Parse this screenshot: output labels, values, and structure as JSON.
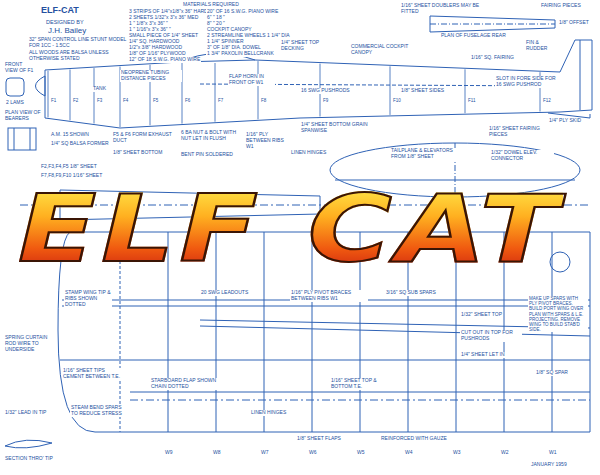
{
  "diagram": {
    "title": "ELF-CAT",
    "labels": [
      "DESIGNED BY",
      "J.H. Bailey",
      "32\" SPAN CONTROL LINE STUNT MODEL FOR 1CC - 1.5CC",
      "ALL WOODS ARE BALSA UNLESS OTHERWISE STATED",
      "MATERIALS REQUIRED",
      "3 STRIPS OF 1/4\"x1/8\"x 36\" HARD",
      "2 SHEETS 1/32\"x 3\"x 36\" MED",
      "1 \" 1/8\"x 3\"x 36\" \"",
      "1 \" 1/16\"x 3\"x 36\" \"",
      "SMALL PIECE OF 1/4\" SHEET",
      "1/4\" SQ. HARDWOOD",
      "1/2\"x 3/8\" HARDWOOD",
      "1/8\" OF 1/16\" PLYWOOD",
      "12\" OF 18 S.W.G. PIANO WIRE",
      "20\" OF 16 S.W.G. PIANO WIRE",
      "6\" \" 18 \"",
      "8\" \" 20 \"",
      "COCKPIT CANOPY",
      "2 STREAMLINE WHEELS 1 1/4\" DIA",
      "1 1/4\" SPINNER",
      "3\" OF 1/8\" DIA. DOWEL",
      "1 3/4\" PAXOLIN BELLCRANK",
      "1/16\" SHEET DOUBLERS MAY BE FITTED",
      "FAIRING PIECES",
      "PLAN OF FUSELAGE REAR",
      "1/8\" OFFSET",
      "1/4\" SHEET TOP DECKING",
      "NEOPRENE TUBING DISTANCE PIECES",
      "TANK",
      "COMMERCIAL COCKPIT CANOPY",
      "16 SWG PUSHRODS",
      "1/8\" SHEET SIDES",
      "1/16\" SQ. FAIRING",
      "FIN & RUDDER",
      "SLOT IN FORE SIDE FOR 16 SWG PUSHROD",
      "1/4\" PLY SKID",
      "1/16\" SHEET FAIRING PIECES",
      "FLAP HORN IN FRONT OF W1",
      "1/4\" SHEET BOTTOM GRAIN SPANWISE",
      "F1",
      "F2",
      "F3",
      "F4",
      "F5",
      "F6",
      "F7",
      "F8",
      "F9",
      "F10",
      "F11",
      "F12",
      "FRONT VIEW OF F1",
      "2 LAMS",
      "PLAN VIEW OF BEARERS",
      "A.M. 15 SHOWN",
      "1/4\" SQ BALSA FORMER",
      "F5 & F6 FORM EXHAUST DUCT",
      "1/8\" SHEET BOTTOM",
      "6 BA NUT & BOLT WITH NUT LET IN FLUSH",
      "BENT PIN SOLDERED",
      "1/16\" PLY BETWEEN RIBS W1",
      "LINEN HINGES",
      "TAILPLANE & ELEVATORS FROM 1/8\" SHEET",
      "1/32\" DOWEL ELEV. CONNECTOR",
      "F2,F3,F4,F5 1/8\" SHEET",
      "F7,F8,F9,F10 1/16\" SHEET",
      "20 SWG LEADOUTS",
      "1/16\" PLY PIVOT BRACES BETWEEN RIBS W1",
      "3/16\" SQ SUB SPARS",
      "1/32\" SHEET TOP",
      "CUT OUT IN TOP FOR PUSHRODS",
      "1/4\" SHEET LET IN",
      "MAKE UP SPARS WITH PLY PIVOT BRACES. BUILD PORT WING OVER PLAN WITH SPARS & L.E. PROJECTING. REMOVE WING TO BUILD STAB'D SIDE.",
      "1/8\" SQ SPAR",
      "STAMP WING TIP & RIBS SHOWN DOTTED",
      "SPRING CURTAIN ROD WIRE TO UNDERSIDE",
      "1/16\" SHEET TIPS CEMENT BETWEEN T.E.",
      "1/32\" LEAD IN TIP",
      "SECTION THRO' TIP",
      "STEAM BEND SPARS TO REDUCE STRESS",
      "STARBOARD FLAP SHOWN CHAIN DOTTED",
      "LINEN HINGES",
      "1/16\" SHEET TOP & BOTTOM T.E.",
      "1/8\" SHEET FLAPS",
      "REINFORCED WITH GAUZE",
      "W1",
      "W2",
      "W3",
      "W4",
      "W5",
      "W6",
      "W7",
      "W8",
      "W9",
      "JANUARY 1959",
      "ELF CAT"
    ]
  }
}
